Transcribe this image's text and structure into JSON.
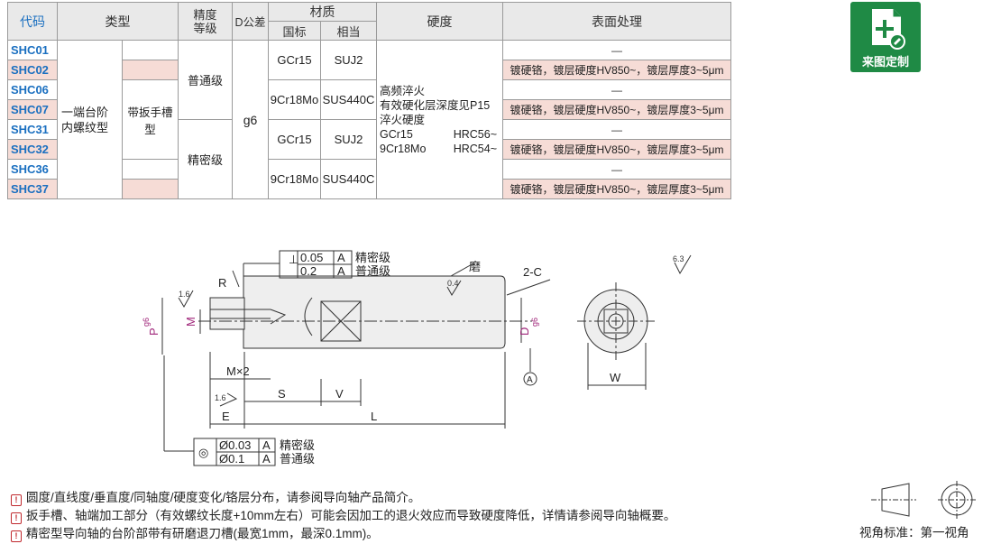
{
  "table": {
    "headers": {
      "code": "代码",
      "type": "类型",
      "precision": "精度等级",
      "d_tolerance": "D公差",
      "material": "材质",
      "material_national": "国标",
      "material_equivalent": "相当",
      "hardness": "硬度",
      "surface": "表面处理"
    },
    "codes": [
      "SHC01",
      "SHC02",
      "SHC06",
      "SHC07",
      "SHC31",
      "SHC32",
      "SHC36",
      "SHC37"
    ],
    "type_main": "一端台阶内螺纹型",
    "type_sub": "带扳手槽型",
    "precision_normal": "普通级",
    "precision_fine": "精密级",
    "d_tolerance_value": "g6",
    "material_rows": [
      {
        "national": "GCr15",
        "equivalent": "SUJ2"
      },
      {
        "national": "9Cr18Mo",
        "equivalent": "SUS440C"
      },
      {
        "national": "GCr15",
        "equivalent": "SUJ2"
      },
      {
        "national": "9Cr18Mo",
        "equivalent": "SUS440C"
      }
    ],
    "hardness_lines": [
      "高频淬火",
      "有效硬化层深度见P15",
      "淬火硬度"
    ],
    "hardness_grade_1": {
      "material": "GCr15",
      "value": "HRC56~"
    },
    "hardness_grade_2": {
      "material": "9Cr18Mo",
      "value": "HRC54~"
    },
    "surface_rows": [
      "—",
      "镀硬铬，镀层硬度HV850~，镀层厚度3~5μm",
      "—",
      "镀硬铬，镀层硬度HV850~，镀层厚度3~5μm",
      "—",
      "镀硬铬，镀层硬度HV850~，镀层厚度3~5μm",
      "—",
      "镀硬铬，镀层硬度HV850~，镀层厚度3~5μm"
    ]
  },
  "badge": {
    "label": "来图定制",
    "icon": "custom-drawing-icon",
    "color": "#1f8a45"
  },
  "drawing": {
    "perp_tol_fine": "0.05",
    "perp_tol_normal": "0.2",
    "datum": "A",
    "grade_fine": "精密级",
    "grade_normal": "普通级",
    "conc_tol_fine": "Ø0.03",
    "conc_tol_normal": "Ø0.1",
    "perp_symbol": "⊥",
    "conc_symbol": "◎",
    "label_R": "R",
    "label_grind": "磨",
    "label_chamfer": "2-C",
    "rough_16": "1.6",
    "rough_04": "0.4",
    "rough_63": "6.3",
    "label_P": "P",
    "label_g6": "g6",
    "label_M": "M",
    "label_D": "D",
    "label_Mx2": "M×2",
    "label_S": "S",
    "label_V": "V",
    "label_E": "E",
    "label_L": "L",
    "label_W": "W",
    "datum_circle": "A",
    "accent": "#a0267a"
  },
  "notes": [
    "圆度/直线度/垂直度/同轴度/硬度变化/铬层分布，请参阅导向轴产品简介。",
    "扳手槽、轴端加工部分（有效螺纹长度+10mm左右）可能会因加工的退火效应而导致硬度降低，详情请参阅导向轴概要。",
    "精密型导向轴的台阶部带有研磨退刀槽(最宽1mm，最深0.1mm)。"
  ],
  "note_icon": "!",
  "projection_label": "视角标准：第一视角"
}
